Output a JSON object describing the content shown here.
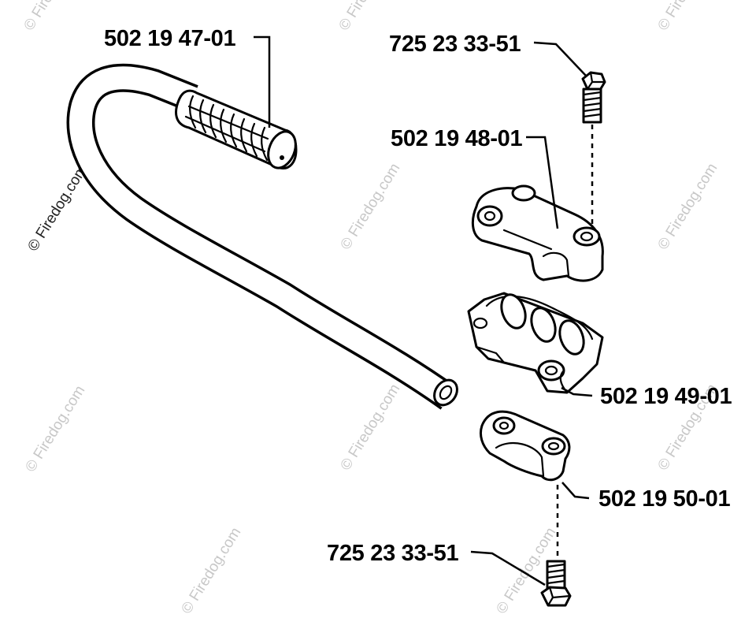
{
  "watermarks": [
    "© Firedog.com",
    "© Firedog.com",
    "© Firedog.com",
    "© Firedog.com",
    "© Firedog.com",
    "© Firedog.com",
    "© Firedog.com",
    "© Firedog.com",
    "© Firedog.com",
    "© Firedog.com",
    "© Firedog.com"
  ],
  "labels": {
    "handle_grip": "502 19 47-01",
    "top_screw": "725 23 33-51",
    "upper_clamp": "502 19 48-01",
    "middle_clamp": "502 19 49-01",
    "lower_clamp": "502 19 50-01",
    "bottom_screw": "725 23 33-51"
  },
  "colors": {
    "line": "#000000",
    "watermark": "#c8c8c8"
  }
}
